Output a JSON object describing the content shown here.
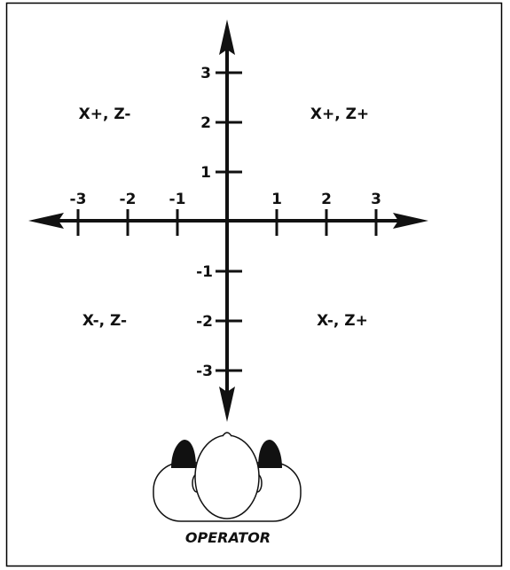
{
  "axes": {
    "horizontal_ticks": [
      {
        "value": -3,
        "label": "-3"
      },
      {
        "value": -2,
        "label": "-2"
      },
      {
        "value": -1,
        "label": "-1"
      },
      {
        "value": 1,
        "label": "1"
      },
      {
        "value": 2,
        "label": "2"
      },
      {
        "value": 3,
        "label": "3"
      }
    ],
    "vertical_ticks": [
      {
        "value": 3,
        "label": "3"
      },
      {
        "value": 2,
        "label": "2"
      },
      {
        "value": 1,
        "label": "1"
      },
      {
        "value": -1,
        "label": "-1"
      },
      {
        "value": -2,
        "label": "-2"
      },
      {
        "value": -3,
        "label": "-3"
      }
    ]
  },
  "quadrants": {
    "top_left": "X+, Z-",
    "top_right": "X+, Z+",
    "bottom_left": "X-, Z-",
    "bottom_right": "X-, Z+"
  },
  "operator_label": "OPERATOR",
  "colors": {
    "ink": "#111111",
    "frame": "#000000",
    "background": "#ffffff"
  }
}
